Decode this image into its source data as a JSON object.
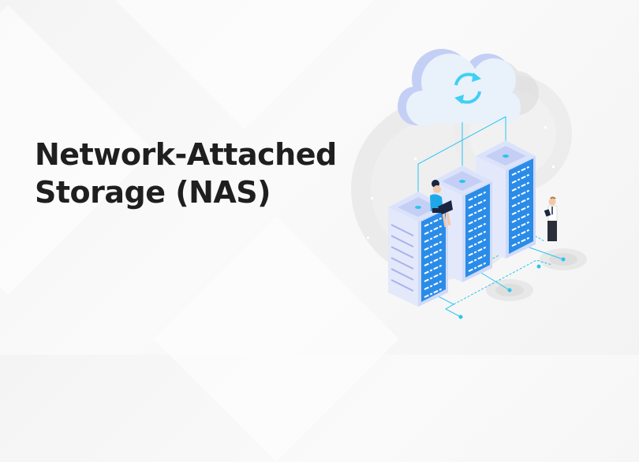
{
  "headline": {
    "line1": "Network-Attached",
    "line2": "Storage (NAS)"
  },
  "illustration": {
    "icon": "cloud-sync-icon",
    "elements": [
      "cloud",
      "sync-arrows",
      "server-towers",
      "woman-with-laptop",
      "man-with-tablet"
    ]
  },
  "colors": {
    "text": "#1f1f1f",
    "accent": "#29c5f0",
    "server_panel": "#2a8ce8",
    "cloud": "#e9f1fb",
    "cloud_side": "#c4cff5"
  }
}
